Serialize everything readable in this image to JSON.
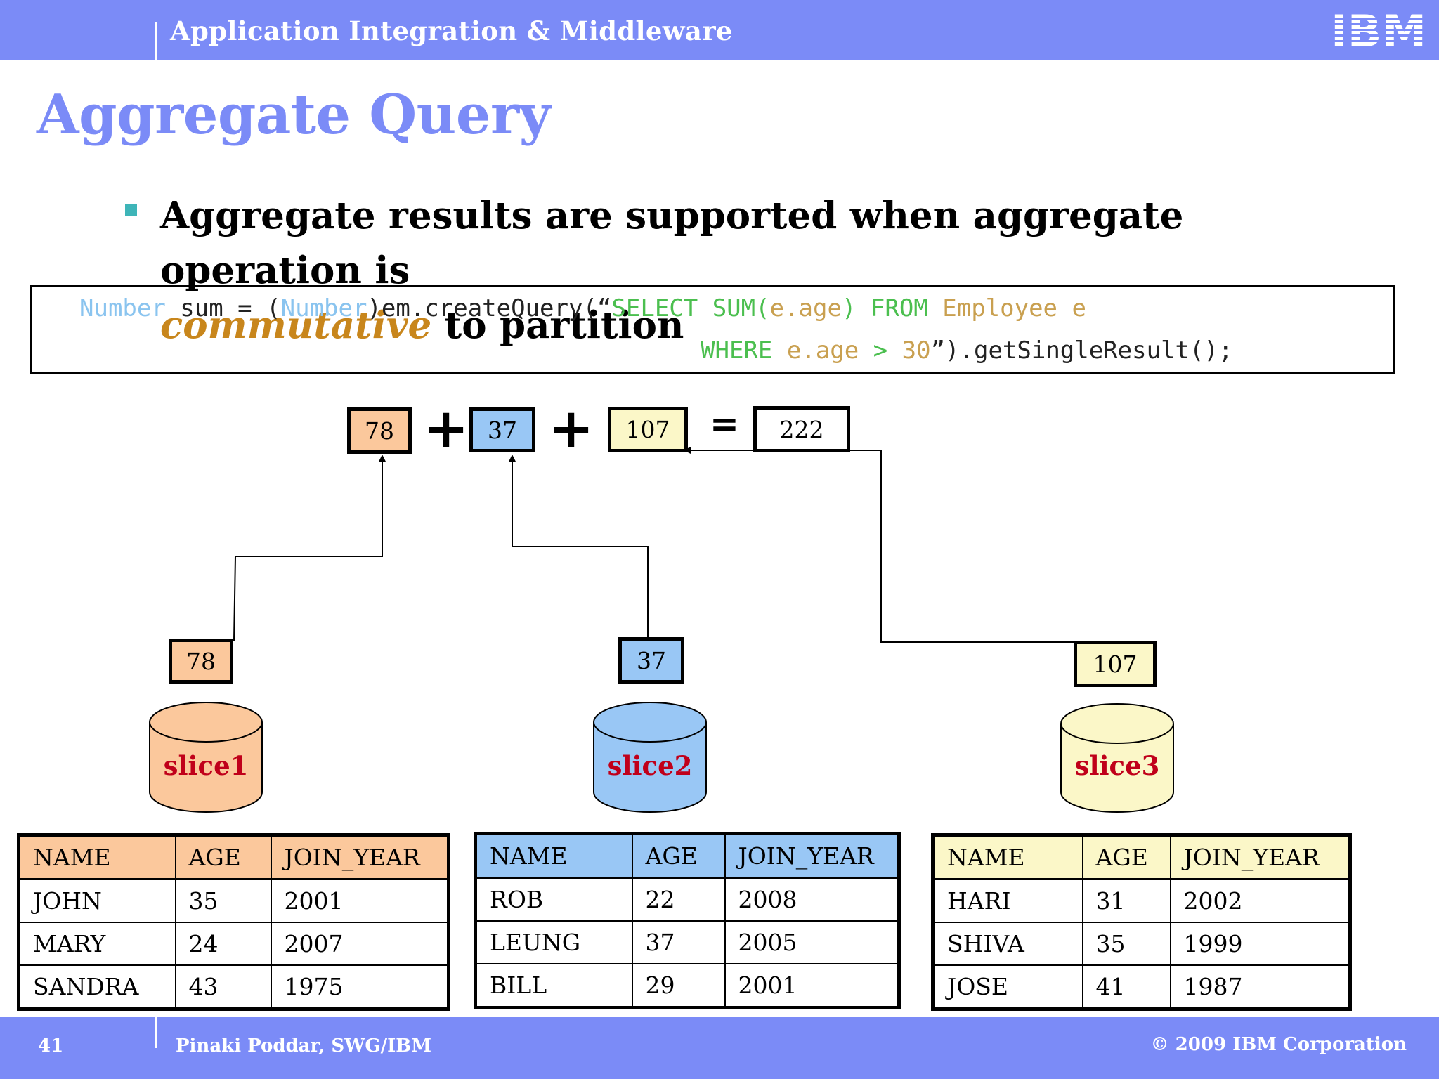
{
  "header": {
    "title": "Application Integration & Middleware",
    "logo": "IBM"
  },
  "slide": {
    "title": "Aggregate Query",
    "bullet": {
      "text_before": "Aggregate results are supported when aggregate operation is",
      "emphasis": "commutative",
      "text_after": " to partition"
    }
  },
  "code": {
    "line1": [
      {
        "t": "Number",
        "c": "kw"
      },
      {
        "t": " sum = (",
        "c": "pl"
      },
      {
        "t": "Number",
        "c": "kw"
      },
      {
        "t": ")em.createQuery(“",
        "c": "pl"
      },
      {
        "t": "SELECT SUM(",
        "c": "gr"
      },
      {
        "t": "e.age",
        "c": "or"
      },
      {
        "t": ") FROM ",
        "c": "gr"
      },
      {
        "t": "Employee e",
        "c": "or"
      }
    ],
    "line2": [
      {
        "t": "WHERE ",
        "c": "gr"
      },
      {
        "t": "e.age",
        "c": "or"
      },
      {
        "t": " > ",
        "c": "gr"
      },
      {
        "t": "30",
        "c": "or"
      },
      {
        "t": "”).getSingleResult();",
        "c": "pl"
      }
    ]
  },
  "sum": {
    "term1": "78",
    "term2": "37",
    "term3": "107",
    "plus": "+",
    "equals": "=",
    "result": "222"
  },
  "slices": [
    {
      "name": "slice1",
      "subtotal": "78",
      "color": "#fbc89c",
      "columns": [
        "NAME",
        "AGE",
        "JOIN_YEAR"
      ],
      "rows": [
        [
          "JOHN",
          "35",
          "2001"
        ],
        [
          "MARY",
          "24",
          "2007"
        ],
        [
          "SANDRA",
          "43",
          "1975"
        ]
      ]
    },
    {
      "name": "slice2",
      "subtotal": "37",
      "color": "#99c7f5",
      "columns": [
        "NAME",
        "AGE",
        "JOIN_YEAR"
      ],
      "rows": [
        [
          "ROB",
          "22",
          "2008"
        ],
        [
          "LEUNG",
          "37",
          "2005"
        ],
        [
          "BILL",
          "29",
          "2001"
        ]
      ]
    },
    {
      "name": "slice3",
      "subtotal": "107",
      "color": "#fbf7c8",
      "columns": [
        "NAME",
        "AGE",
        "JOIN_YEAR"
      ],
      "rows": [
        [
          "HARI",
          "31",
          "2002"
        ],
        [
          "SHIVA",
          "35",
          "1999"
        ],
        [
          "JOSE",
          "41",
          "1987"
        ]
      ]
    }
  ],
  "footer": {
    "page_number": "41",
    "author": "Pinaki Poddar, SWG/IBM",
    "copyright": "© 2009 IBM Corporation"
  }
}
